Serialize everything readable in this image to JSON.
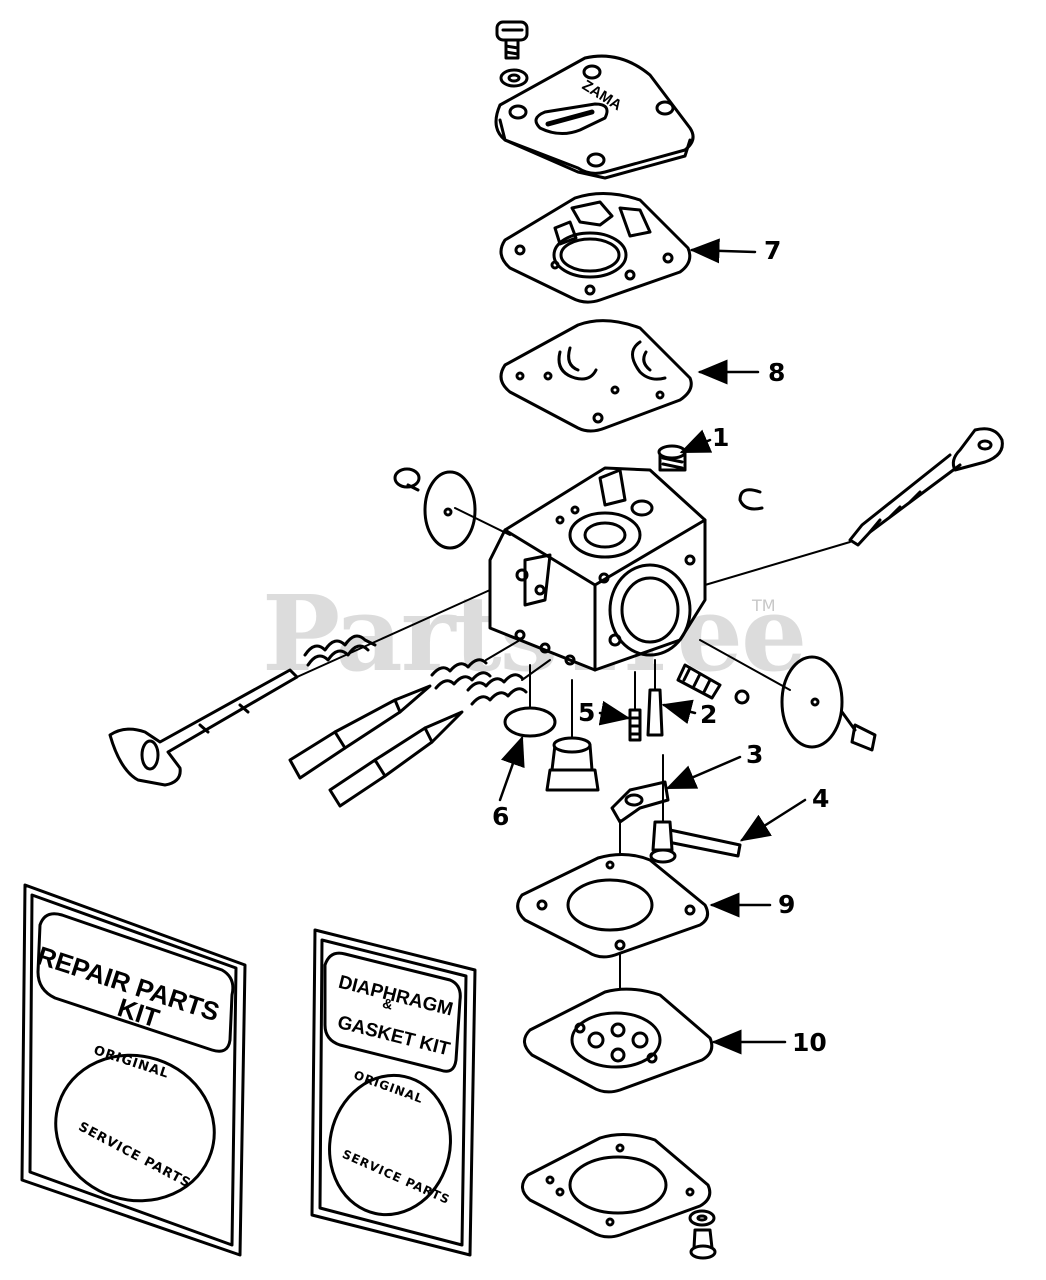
{
  "callouts": {
    "c1": "1",
    "c2": "2",
    "c3": "3",
    "c4": "4",
    "c5": "5",
    "c6": "6",
    "c7": "7",
    "c8": "8",
    "c9": "9",
    "c10": "10"
  },
  "cover_brand": "ZAMA",
  "watermark": {
    "text": "PartsTree",
    "tm": "TM"
  },
  "kits": {
    "repair": {
      "line1": "REPAIR PARTS",
      "line2": "KIT",
      "seal_top": "ORIGINAL",
      "seal_bottom": "SERVICE PARTS"
    },
    "diaphragm": {
      "line1": "DIAPHRAGM",
      "line2": "&",
      "line3": "GASKET KIT",
      "seal_top": "ORIGINAL",
      "seal_bottom": "SERVICE PARTS"
    }
  },
  "colors": {
    "ink": "#000000",
    "watermark": "#d9d9d9",
    "paper": "#ffffff"
  }
}
